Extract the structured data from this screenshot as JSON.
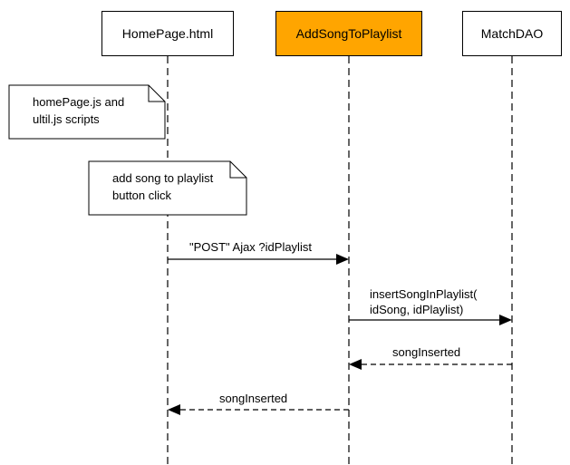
{
  "participants": [
    {
      "name": "HomePage.html",
      "highlight": false
    },
    {
      "name": "AddSongToPlaylist",
      "highlight": true
    },
    {
      "name": "MatchDAO",
      "highlight": false
    }
  ],
  "notes": [
    {
      "line1": "homePage.js and",
      "line2": "ultil.js scripts"
    },
    {
      "line1": "add song to playlist",
      "line2": "button click"
    }
  ],
  "messages": [
    {
      "line1": "\"POST\" Ajax ?idPlaylist",
      "line2": "",
      "style": "solid"
    },
    {
      "line1": "insertSongInPlaylist(",
      "line2": "idSong, idPlaylist)",
      "style": "solid"
    },
    {
      "line1": "songInserted",
      "line2": "",
      "style": "dashed"
    },
    {
      "line1": "songInserted",
      "line2": "",
      "style": "dashed"
    }
  ],
  "colors": {
    "highlight": "#ffa500",
    "line": "#000000"
  }
}
